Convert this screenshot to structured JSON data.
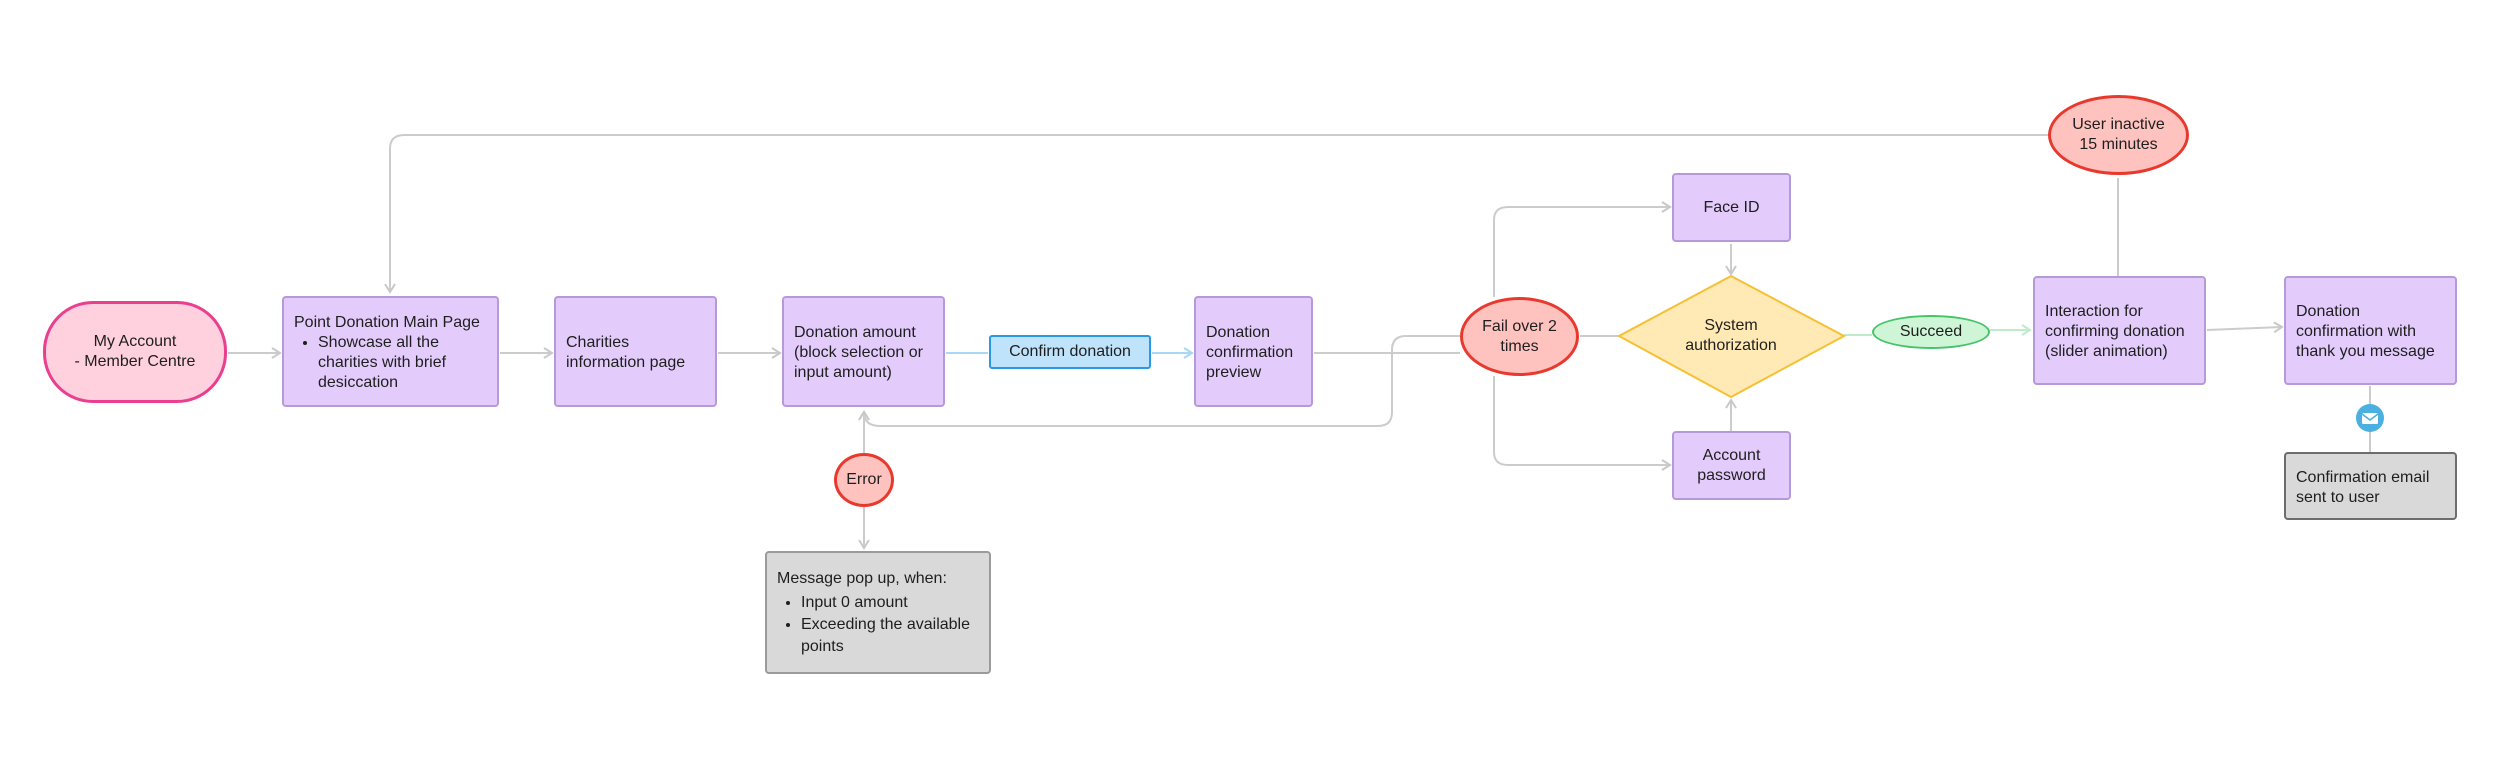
{
  "nodes": {
    "my_account": {
      "lines": [
        "My Account",
        "- Member Centre"
      ]
    },
    "main_page": {
      "title": "Point Donation Main Page",
      "bullets": [
        "Showcase all the charities with brief desiccation"
      ]
    },
    "charities": {
      "lines": [
        "Charities",
        "information page"
      ]
    },
    "donation_amount": {
      "lines": [
        "Donation amount",
        "(block selection or",
        "input amount)"
      ]
    },
    "confirm_donation": {
      "label": "Confirm donation"
    },
    "confirmation_preview": {
      "lines": [
        "Donation",
        "confirmation",
        "preview"
      ]
    },
    "error": {
      "label": "Error"
    },
    "message_popup": {
      "title": "Message pop up, when:",
      "bullets": [
        "Input 0 amount",
        "Exceeding the available points"
      ]
    },
    "fail_over": {
      "lines": [
        "Fail over 2",
        "times"
      ]
    },
    "face_id": {
      "label": "Face ID"
    },
    "system_auth": {
      "lines": [
        "System",
        "authorization"
      ]
    },
    "account_password": {
      "lines": [
        "Account",
        "password"
      ]
    },
    "succeed": {
      "label": "Succeed"
    },
    "user_inactive": {
      "lines": [
        "User inactive",
        "15 minutes"
      ]
    },
    "interaction": {
      "lines": [
        "Interaction for",
        "confirming donation",
        "(slider animation)"
      ]
    },
    "thank_you": {
      "lines": [
        "Donation",
        "confirmation with",
        "thank you message"
      ]
    },
    "confirmation_email": {
      "lines": [
        "Confirmation email",
        "sent to user"
      ]
    }
  },
  "colors": {
    "page_fill": "#e3ccfb",
    "page_stroke": "#b69ad8",
    "start_fill": "#ffd0dd",
    "start_stroke": "#ea3e8f",
    "alert_fill": "#ffc3bf",
    "alert_stroke": "#e8392e",
    "success_fill": "#cdf5d6",
    "success_stroke": "#47c46a",
    "decision_fill": "#ffeab5",
    "decision_stroke": "#f5c033",
    "action_fill": "#bfe3fb",
    "action_stroke": "#2b98e6",
    "note_fill": "#d9d9d9",
    "note_stroke": "#9b9b9b",
    "connector": "#cccccc",
    "email_icon": "#4bb0e0"
  },
  "icons": {
    "email": "envelope-icon"
  }
}
